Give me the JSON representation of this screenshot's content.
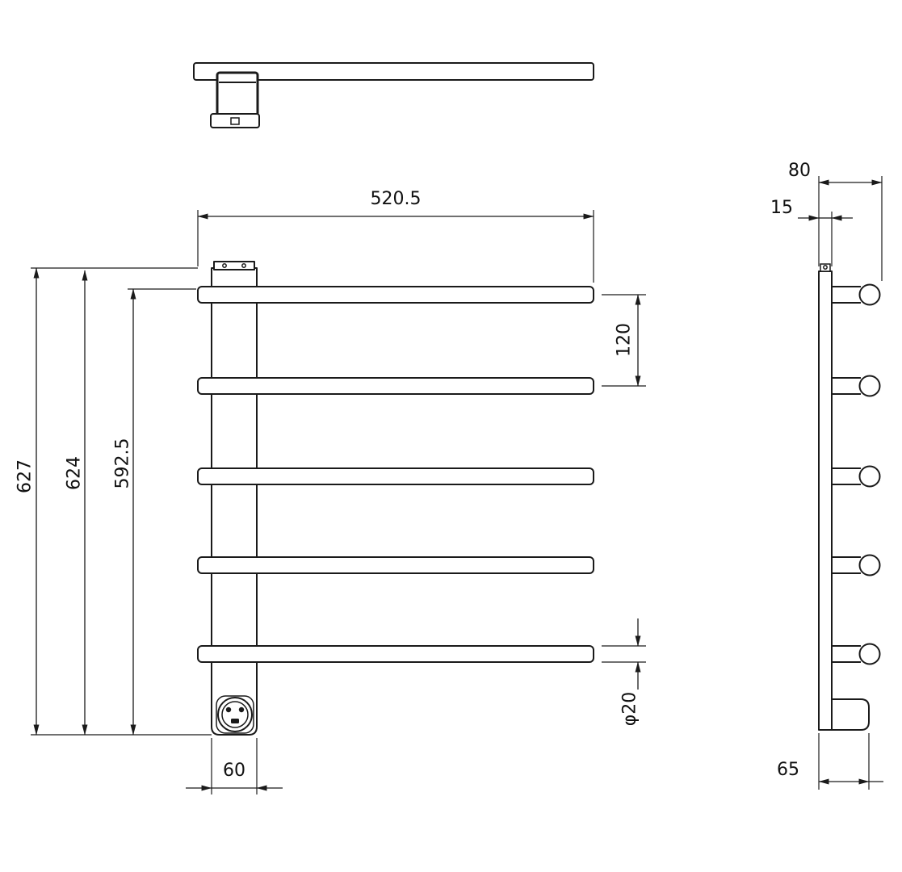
{
  "drawing": {
    "title": "heated-towel-rail-dimension-drawing",
    "front_view": {
      "overall_width": "520.5",
      "rail_spacing": "120",
      "overall_height": "627",
      "post_height": "624",
      "rail_span_height": "592.5",
      "post_width": "60",
      "rail_diameter": "φ20"
    },
    "side_view": {
      "overall_depth": "80",
      "wall_bracket_depth": "15",
      "control_box_depth": "65"
    },
    "colors": {
      "line": "#1a1a1a",
      "background": "#ffffff"
    }
  }
}
